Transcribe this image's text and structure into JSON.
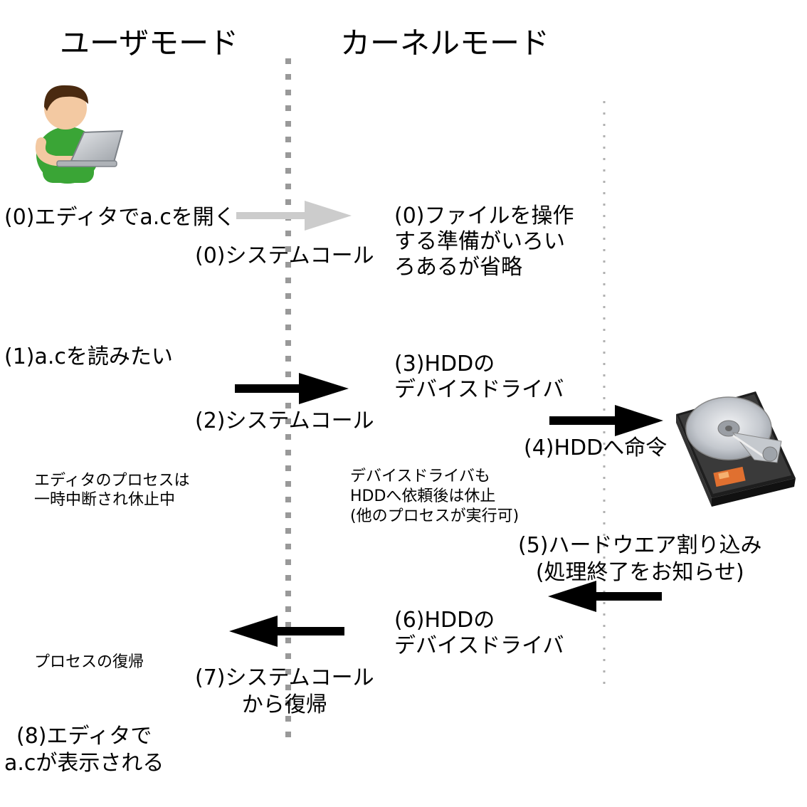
{
  "headers": {
    "user_mode": "ユーザモード",
    "kernel_mode": "カーネルモード"
  },
  "steps": {
    "s0_open": "(0)エディタでa.cを開く",
    "s0_syscall": "(0)システムコール",
    "s0_prepare": "(0)ファイルを操作\nする準備がいろい\nろあるが省略",
    "s1_read": "(1)a.cを読みたい",
    "s2_syscall": "(2)システムコール",
    "s3_driver": "(3)HDDの\nデバイスドライバ",
    "s4_command": "(4)HDDへ命令",
    "s5_interrupt": "(5)ハードウエア割り込み\n(処理終了をお知らせ)",
    "s6_driver": "(6)HDDの\nデバイスドライバ",
    "s7_return": "(7)システムコール\nから復帰",
    "s8_display": "(8)エディタで\na.cが表示される"
  },
  "notes": {
    "editor_suspended": "エディタのプロセスは\n一時中断され休止中",
    "driver_suspended": "デバイスドライバも\nHDDへ依頼後は休止\n(他のプロセスが実行可)",
    "process_resume": "プロセスの復帰"
  },
  "colors": {
    "arrow_main": "#000000",
    "arrow_gray": "#cccccc",
    "divider": "#999999",
    "shirt": "#3aa536",
    "skin": "#f3c9a2",
    "hair": "#4a2a10",
    "laptop": "#b7bcc1",
    "hdd_body": "#2a2a2a",
    "hdd_platter": "#c9ccd1",
    "hdd_label": "#e07030"
  },
  "icons": [
    "user-with-laptop-icon",
    "hard-disk-drive-icon"
  ]
}
